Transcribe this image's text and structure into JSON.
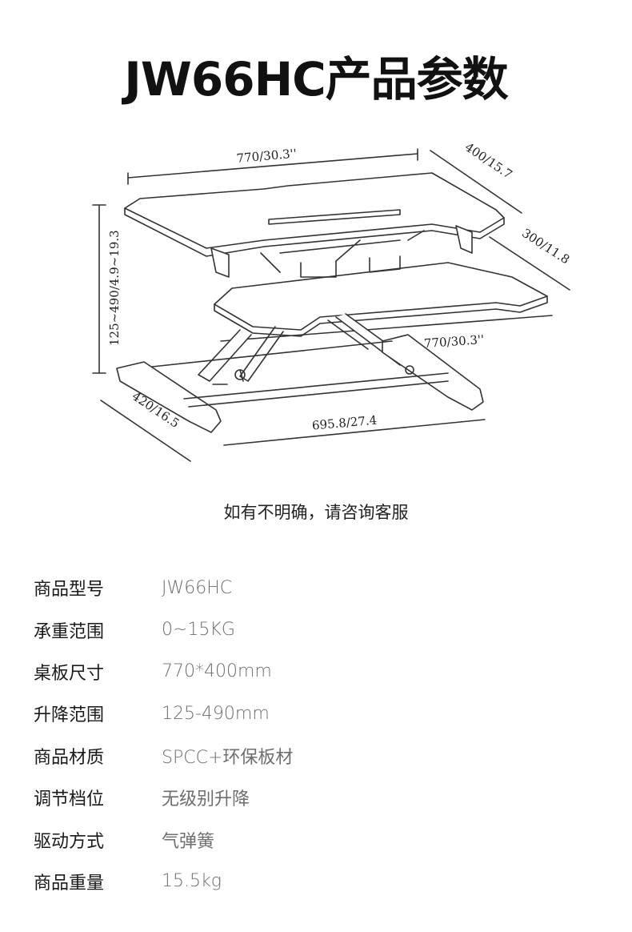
{
  "title": "JW66HC产品参数",
  "diagram": {
    "dim_top_width": "770/30.3''",
    "dim_top_depth": "400/15.7",
    "dim_keyboard_depth": "300/11.8",
    "dim_keyboard_width": "770/30.3''",
    "dim_height": "125~490/4.9~19.3",
    "dim_base_depth": "420/16.5",
    "dim_base_width": "695.8/27.4"
  },
  "contact_text": "如有不明确，请咨询客服",
  "specs": [
    {
      "label": "商品型号",
      "value": "JW66HC"
    },
    {
      "label": "承重范围",
      "value": "0~15KG"
    },
    {
      "label": "桌板尺寸",
      "value": "770*400mm"
    },
    {
      "label": "升降范围",
      "value": "125-490mm"
    },
    {
      "label": "商品材质",
      "value": "SPCC+环保板材"
    },
    {
      "label": "调节档位",
      "value": "无级别升降"
    },
    {
      "label": "驱动方式",
      "value": "气弹簧"
    },
    {
      "label": "商品重量",
      "value": "15.5kg"
    }
  ]
}
